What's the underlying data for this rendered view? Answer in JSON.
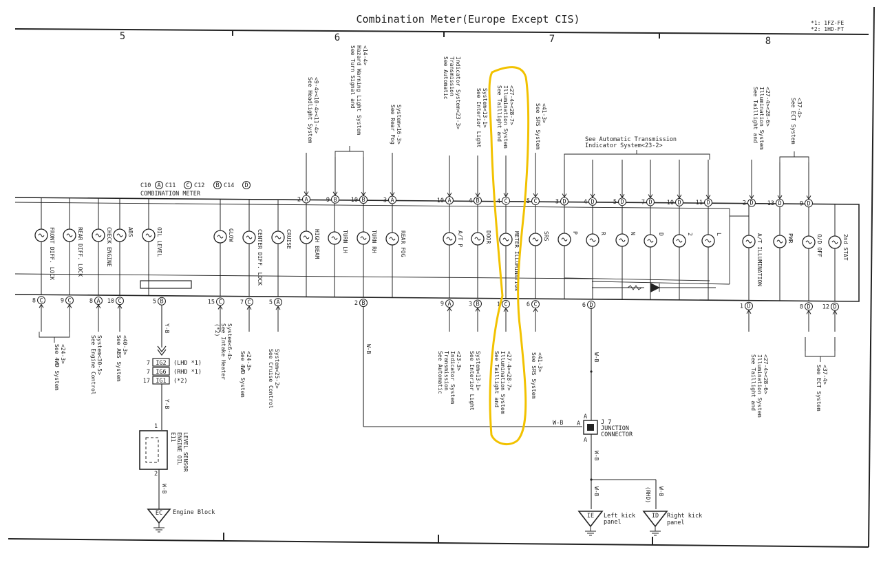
{
  "title": "Combination Meter(Europe Except CIS)",
  "notes": [
    "*1: 1FZ-FE",
    "*2: 1HD-FT"
  ],
  "sections": [
    "5",
    "6",
    "7",
    "8"
  ],
  "connector_legend": {
    "label": "COMBINATION METER",
    "items": [
      "C10",
      "A",
      "C11",
      "C",
      "C12",
      "B",
      "C14",
      "D"
    ]
  },
  "top_refs": [
    {
      "id": "headlight",
      "text": [
        "See Headlight System",
        "<9-4><10-4><11-4>"
      ]
    },
    {
      "id": "turn",
      "text": [
        "See Turn Signal and",
        "Hazard Warning Light System",
        "<14-4>"
      ]
    },
    {
      "id": "rearfog",
      "text": [
        "See Rear Fog",
        "System<16-3>"
      ]
    },
    {
      "id": "ati1",
      "text": [
        "See Automatic",
        "Transmission",
        "Indicator System<23-3>"
      ]
    },
    {
      "id": "interior",
      "text": [
        "See Interior Light",
        "System<13-1>"
      ]
    },
    {
      "id": "taillight",
      "text": [
        "See Taillight and",
        "Illumination System",
        "<27-4><28-7>"
      ]
    },
    {
      "id": "srs",
      "text": [
        "See SRS System",
        "<41-3>"
      ]
    },
    {
      "id": "taillight2",
      "text": [
        "See Taillight and",
        "Illumination System",
        "<27-4><28-6>"
      ]
    },
    {
      "id": "ect",
      "text": [
        "See ECT System",
        "<37-4>"
      ]
    }
  ],
  "ati_top_label": [
    "See Automatic Transmission",
    "Indicator System<23-2>"
  ],
  "top_pins": [
    "2",
    "A",
    "9",
    "B",
    "10",
    "B",
    "3",
    "A",
    "10",
    "A",
    "4",
    "B",
    "4",
    "C",
    "5",
    "C",
    "3",
    "D",
    "4",
    "D",
    "5",
    "D",
    "7",
    "D",
    "10",
    "D",
    "11",
    "D",
    "2",
    "D",
    "13",
    "D",
    "9",
    "D"
  ],
  "lamps": [
    "FRONT DIFF. LOCK",
    "REAR DIFF. LOCK",
    "CHECK ENGINE",
    "ABS",
    "OIL LEVEL",
    "GLOW",
    "CENTER DIFF. LOCK",
    "CRUISE",
    "HIGH BEAM",
    "TURN LH",
    "TURN RH",
    "REAR FOG",
    "A/T P",
    "DOOR",
    "METER ILLUMINATION",
    "SRS",
    "P",
    "R",
    "N",
    "D",
    "2",
    "L",
    "A/T ILLUMINATION",
    "PWR",
    "O/D OFF",
    "2nd STAT"
  ],
  "bottom_pins": [
    "8",
    "C",
    "9",
    "C",
    "8",
    "A",
    "10",
    "C",
    "5",
    "B",
    "15",
    "C",
    "7",
    "C",
    "5",
    "A",
    "2",
    "B",
    "9",
    "A",
    "3",
    "B",
    "1",
    "C",
    "6",
    "C",
    "6",
    "D",
    "1",
    "D",
    "8",
    "D",
    "12",
    "D"
  ],
  "bottom_refs": [
    {
      "id": "4wd",
      "text": [
        "See 4WD System",
        "<24-3>"
      ]
    },
    {
      "id": "engine",
      "text": [
        "See Engine Control",
        "System<30-5>"
      ]
    },
    {
      "id": "abs",
      "text": [
        "See ABS System",
        "<40-3>"
      ]
    },
    {
      "id": "heater",
      "text": [
        "(*2)",
        "See Intake Heater",
        "System<6-4>"
      ]
    },
    {
      "id": "4wd2",
      "text": [
        "See 4WD System",
        "<24-3>"
      ]
    },
    {
      "id": "cruise",
      "text": [
        "See Cruise Control",
        "System<25-2>"
      ]
    },
    {
      "id": "ati2",
      "text": [
        "See Automatic",
        "Transmission",
        "Indicator System",
        "<23-3>"
      ]
    },
    {
      "id": "interior2",
      "text": [
        "See Interior Light",
        "System<13-1>"
      ]
    },
    {
      "id": "taillight3",
      "text": [
        "See Taillight and",
        "Illumination System",
        "<27-4><28-7>"
      ]
    },
    {
      "id": "srs2",
      "text": [
        "See SRS System",
        "<41-3>"
      ]
    },
    {
      "id": "taillight4",
      "text": [
        "See Taillight and",
        "Illumination System",
        "<27-4><28-6>"
      ]
    },
    {
      "id": "ect2",
      "text": [
        "See ECT System",
        "<37-4>"
      ]
    }
  ],
  "wire_colors": [
    "Y-B",
    "Y-B",
    "W-B",
    "W-B",
    "W-B",
    "W-B",
    "W-B",
    "W-B",
    "W-B",
    "W-B",
    "(RHD)"
  ],
  "ig_connectors": [
    {
      "pin": "7",
      "name": "IG2",
      "note": "(LHD *1)"
    },
    {
      "pin": "7",
      "name": "IG6",
      "note": "(RHD *1)"
    },
    {
      "pin": "17",
      "name": "IG1",
      "note": "(*2)"
    }
  ],
  "sensor": {
    "id": "E11",
    "text": [
      "ENGINE OIL",
      "LEVEL SENSOR"
    ],
    "pins": [
      "1",
      "2"
    ]
  },
  "junction": {
    "id": "J 7",
    "text": [
      "JUNCTION",
      "CONNECTOR"
    ],
    "pins": [
      "A",
      "A",
      "A"
    ]
  },
  "grounds": [
    {
      "id": "EC",
      "label": "Engine Block"
    },
    {
      "id": "IE",
      "label": [
        "Left kick",
        "panel"
      ]
    },
    {
      "id": "ID",
      "label": [
        "Right kick",
        "panel"
      ]
    }
  ],
  "highlight_color": "#f2c200"
}
